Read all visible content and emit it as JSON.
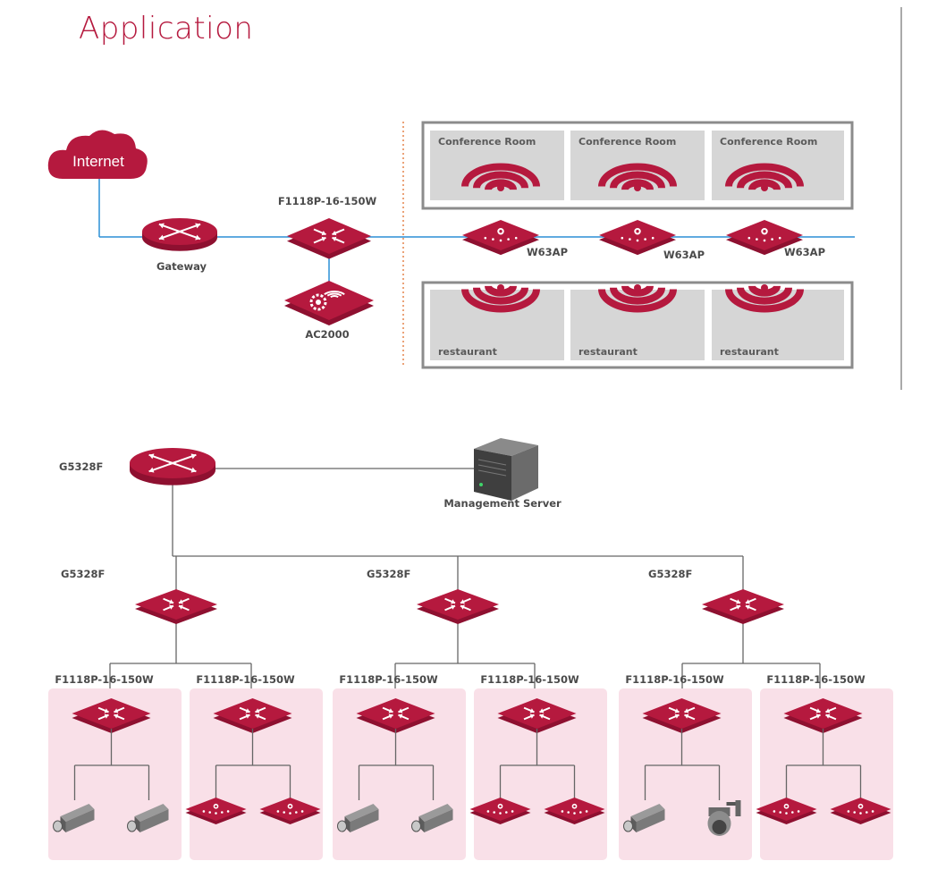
{
  "title": "Application",
  "colors": {
    "brand": "#b5193e",
    "brand_dark": "#8e1030",
    "line_blue": "#2b8fd6",
    "room_gray": "#d6d6d6",
    "zone_pink": "#f9e0e8",
    "divider_orange": "#e07030"
  },
  "top": {
    "internet_label": "Internet",
    "gateway_label": "Gateway",
    "switch_label": "F1118P-16-150W",
    "controller_label": "AC2000",
    "conference_rooms": [
      "Conference Room",
      "Conference Room",
      "Conference Room"
    ],
    "restaurants": [
      "restaurant",
      "restaurant",
      "restaurant"
    ],
    "access_points": [
      "W63AP",
      "W63AP",
      "W63AP"
    ]
  },
  "bottom": {
    "core_label": "G5328F",
    "server_label": "Management Server",
    "aggregation": [
      {
        "label": "G5328F"
      },
      {
        "label": "G5328F"
      },
      {
        "label": "G5328F"
      }
    ],
    "access_groups": [
      {
        "label": "F1118P-16-150W",
        "devices": [
          "camera-icon",
          "camera-icon"
        ]
      },
      {
        "label": "F1118P-16-150W",
        "devices": [
          "access-point-icon",
          "access-point-icon"
        ]
      },
      {
        "label": "F1118P-16-150W",
        "devices": [
          "camera-icon",
          "camera-icon"
        ]
      },
      {
        "label": "F1118P-16-150W",
        "devices": [
          "access-point-icon",
          "access-point-icon"
        ]
      },
      {
        "label": "F1118P-16-150W",
        "devices": [
          "camera-icon",
          "dome-camera-icon"
        ]
      },
      {
        "label": "F1118P-16-150W",
        "devices": [
          "access-point-icon",
          "access-point-icon"
        ]
      }
    ]
  }
}
